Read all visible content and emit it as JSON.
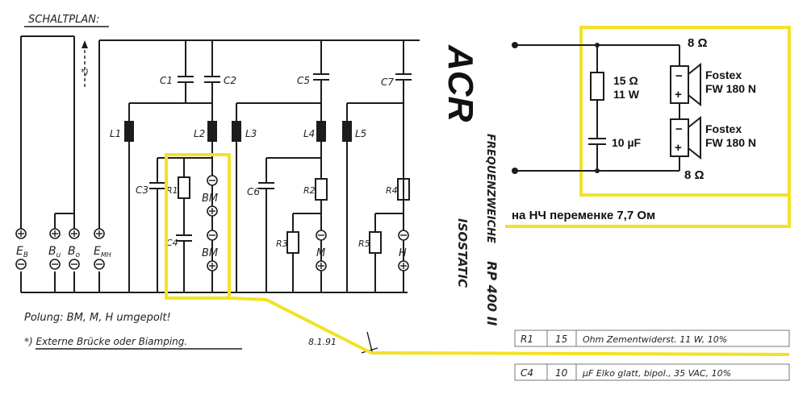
{
  "header": {
    "title": "SCHALTPLAN:"
  },
  "terminals": {
    "eb": "E",
    "eb_sub": "B",
    "bu": "B",
    "bu_sub": "u",
    "bo": "B",
    "bo_sub": "o",
    "emh": "E",
    "emh_sub": "MH",
    "bm1": "BM",
    "bm2": "BM",
    "m": "M",
    "h": "H",
    "bridge_mark": "*)"
  },
  "components": {
    "c1": "C1",
    "c2": "C2",
    "c3": "C3",
    "c4": "C4",
    "c5": "C5",
    "c6": "C6",
    "c7": "C7",
    "l1": "L1",
    "l2": "L2",
    "l3": "L3",
    "l4": "L4",
    "l5": "L5",
    "r1": "R1",
    "r2": "R2",
    "r3": "R3",
    "r4": "R4",
    "r5": "R5"
  },
  "notes": {
    "polung": "Polung:  BM, M, H  umgepolt!",
    "bruecke": "*) Externe Brücke oder Biamping.",
    "date": "8.1.91"
  },
  "brand": {
    "logo": "ACR",
    "subtitle": "FREQUENZWEICHE",
    "model": "RP 400 II",
    "series": "ISOSTATIC"
  },
  "parts_table": {
    "rows": [
      {
        "ref": "R1",
        "value": "15",
        "desc": "Ohm Zementwiderst. 11 W, 10%"
      },
      {
        "ref": "C4",
        "value": "10",
        "desc": "µF Elko glatt, bipol., 35 VAC, 10%"
      }
    ]
  },
  "inset": {
    "resistor_value": "15 Ω",
    "resistor_power": "11 W",
    "cap_value": "10 µF",
    "top_impedance": "8 Ω",
    "bottom_impedance": "8 Ω",
    "speaker1_brand": "Fostex",
    "speaker1_model": "FW 180 N",
    "speaker2_brand": "Fostex",
    "speaker2_model": "FW 180 N",
    "minus": "−",
    "plus": "+"
  },
  "annotation": "на НЧ переменке 7,7 Ом",
  "colors": {
    "highlight": "#f2e226",
    "ink": "#1c1c1c"
  }
}
